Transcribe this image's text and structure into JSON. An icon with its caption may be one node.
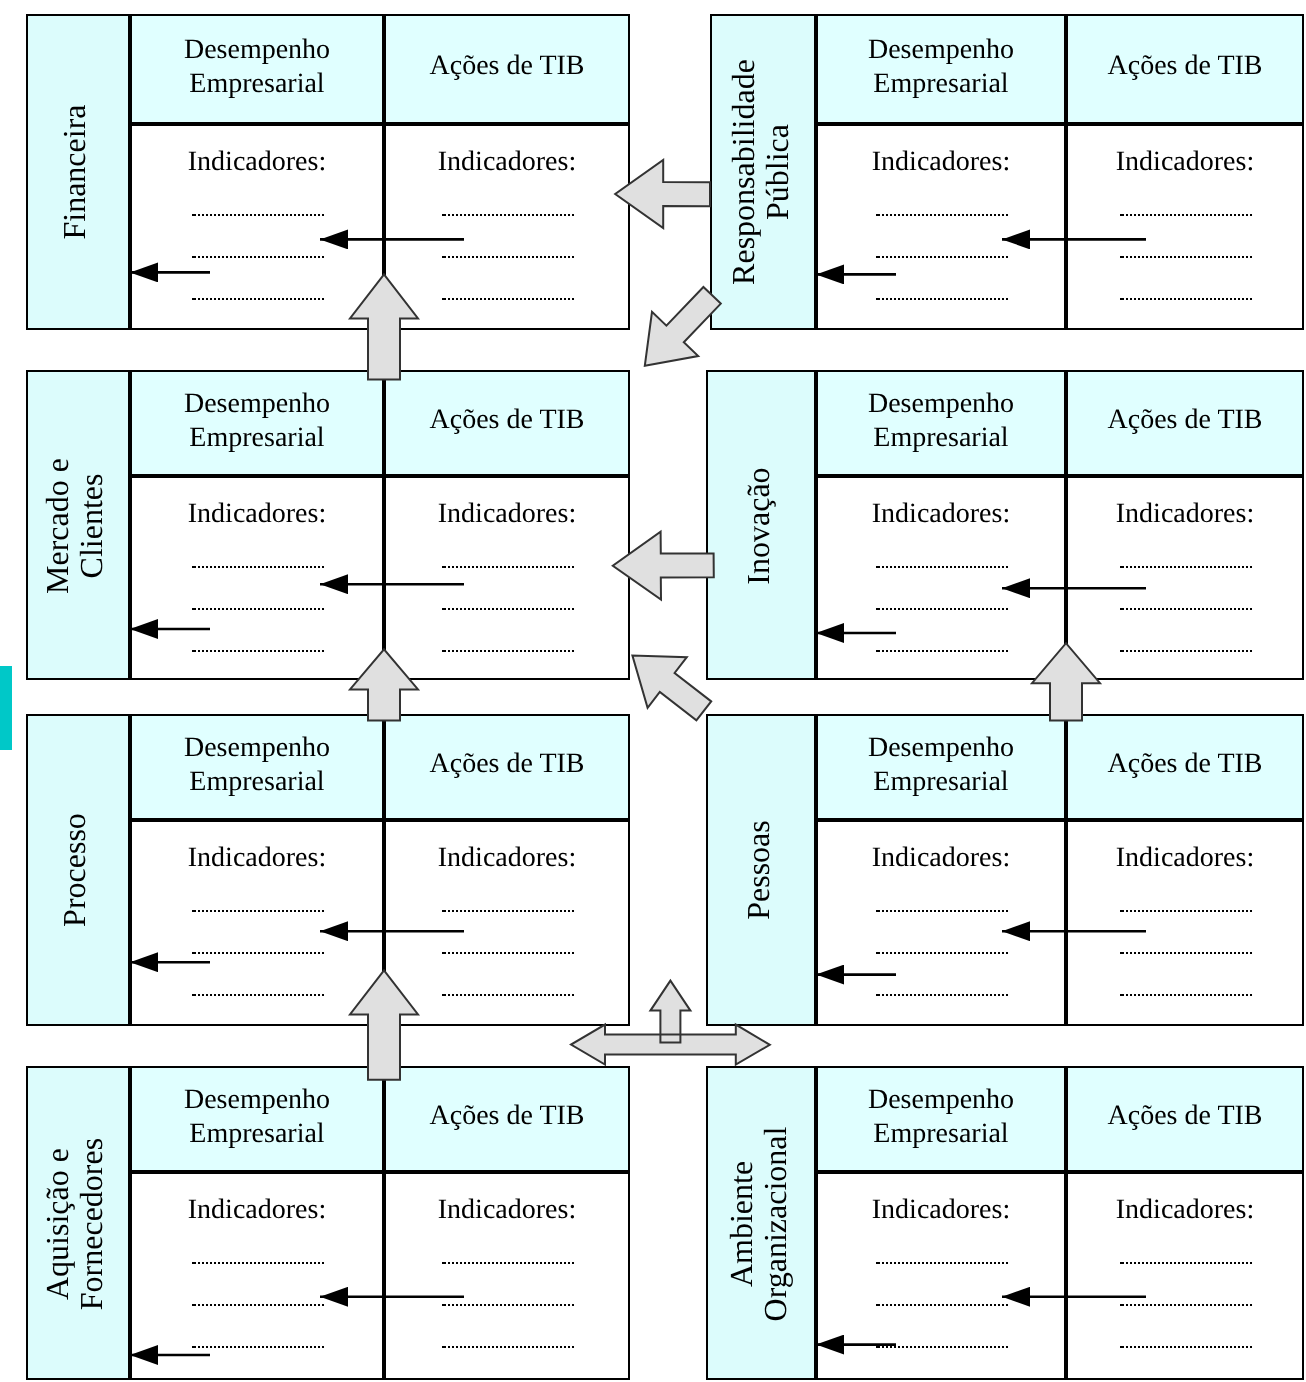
{
  "diagram": {
    "nodes": [
      {
        "text": [
          "Financeira"
        ]
      },
      {
        "text": [
          "Desempenho Empresarial"
        ]
      },
      {
        "text": [
          "Ações de TIB"
        ]
      },
      {
        "text": [
          "Indicadores:"
        ]
      },
      {
        "text": [
          "Indicadores:"
        ]
      },
      {
        "text": [
          "Responsabilidade Pública"
        ]
      },
      {
        "text": [
          "Desempenho Empresarial"
        ]
      },
      {
        "text": [
          "Ações de TIB"
        ]
      },
      {
        "text": [
          "Indicadores:"
        ]
      },
      {
        "text": [
          "Indicadores:"
        ]
      },
      {
        "text": [
          "Mercado e Clientes"
        ]
      },
      {
        "text": [
          "Desempenho Empresarial"
        ]
      },
      {
        "text": [
          "Ações de TIB"
        ]
      },
      {
        "text": [
          "Indicadores:"
        ]
      },
      {
        "text": [
          "Indicadores:"
        ]
      },
      {
        "text": [
          "Inovação"
        ]
      },
      {
        "text": [
          "Desempenho Empresarial"
        ]
      },
      {
        "text": [
          "Ações de TIB"
        ]
      },
      {
        "text": [
          "Indicadores:"
        ]
      },
      {
        "text": [
          "Indicadores:"
        ]
      },
      {
        "text": [
          "Processo"
        ]
      },
      {
        "text": [
          "Desempenho Empresarial"
        ]
      },
      {
        "text": [
          "Ações de TIB"
        ]
      },
      {
        "text": [
          "Indicadores:"
        ]
      },
      {
        "text": [
          "Indicadores:"
        ]
      },
      {
        "text": [
          "Pessoas"
        ]
      },
      {
        "text": [
          "Desempenho Empresarial"
        ]
      },
      {
        "text": [
          "Ações de TIB"
        ]
      },
      {
        "text": [
          "Indicadores:"
        ]
      },
      {
        "text": [
          "Indicadores:"
        ]
      },
      {
        "text": [
          "Aquisição e Fornecedores"
        ]
      },
      {
        "text": [
          "Desempenho Empresarial"
        ]
      },
      {
        "text": [
          "Ações de TIB"
        ]
      },
      {
        "text": [
          "Indicadores:"
        ]
      },
      {
        "text": [
          "Indicadores:"
        ]
      },
      {
        "text": [
          "Ambiente Organizacional"
        ]
      },
      {
        "text": [
          "Desempenho Empresarial"
        ]
      },
      {
        "text": [
          "Ações de TIB"
        ]
      },
      {
        "text": [
          "Indicadores:"
        ]
      },
      {
        "text": [
          "Indicadores:"
        ]
      }
    ],
    "edges": [
      {
        "from": 5,
        "to": 4,
        "arrow": "to",
        "style": "thick",
        "color": "#e0e0e0"
      },
      {
        "from": 5,
        "to": 12,
        "arrow": "to",
        "style": "thick",
        "color": "#e0e0e0"
      },
      {
        "from": 11,
        "to": 3,
        "arrow": "to",
        "style": "thick",
        "color": "#e0e0e0"
      },
      {
        "from": 15,
        "to": 14,
        "arrow": "to",
        "style": "thick",
        "color": "#e0e0e0"
      },
      {
        "from": 25,
        "to": 14,
        "arrow": "to",
        "style": "thick",
        "color": "#e0e0e0"
      },
      {
        "from": 21,
        "to": 13,
        "arrow": "to",
        "style": "thick",
        "color": "#e0e0e0"
      },
      {
        "from": 27,
        "to": 19,
        "arrow": "to",
        "style": "thick",
        "color": "#e0e0e0"
      },
      {
        "from": 31,
        "to": 23,
        "arrow": "to",
        "style": "thick",
        "color": "#e0e0e0"
      },
      {
        "from": 24,
        "to": 25,
        "arrow": "both",
        "style": "thick",
        "color": "#e0e0e0"
      },
      {
        "from": 4,
        "to": 3,
        "arrow": "to"
      },
      {
        "from": 3,
        "to": 0,
        "arrow": "to"
      },
      {
        "from": 9,
        "to": 8,
        "arrow": "to"
      },
      {
        "from": 8,
        "to": 5,
        "arrow": "to"
      },
      {
        "from": 14,
        "to": 13,
        "arrow": "to"
      },
      {
        "from": 13,
        "to": 10,
        "arrow": "to"
      },
      {
        "from": 19,
        "to": 18,
        "arrow": "to"
      },
      {
        "from": 18,
        "to": 15,
        "arrow": "to"
      },
      {
        "from": 24,
        "to": 23,
        "arrow": "to"
      },
      {
        "from": 23,
        "to": 20,
        "arrow": "to"
      },
      {
        "from": 29,
        "to": 28,
        "arrow": "to"
      },
      {
        "from": 28,
        "to": 25,
        "arrow": "to"
      },
      {
        "from": 34,
        "to": 33,
        "arrow": "to"
      },
      {
        "from": 33,
        "to": 30,
        "arrow": "to"
      },
      {
        "from": 39,
        "to": 38,
        "arrow": "to"
      },
      {
        "from": 38,
        "to": 35,
        "arrow": "to"
      }
    ]
  }
}
